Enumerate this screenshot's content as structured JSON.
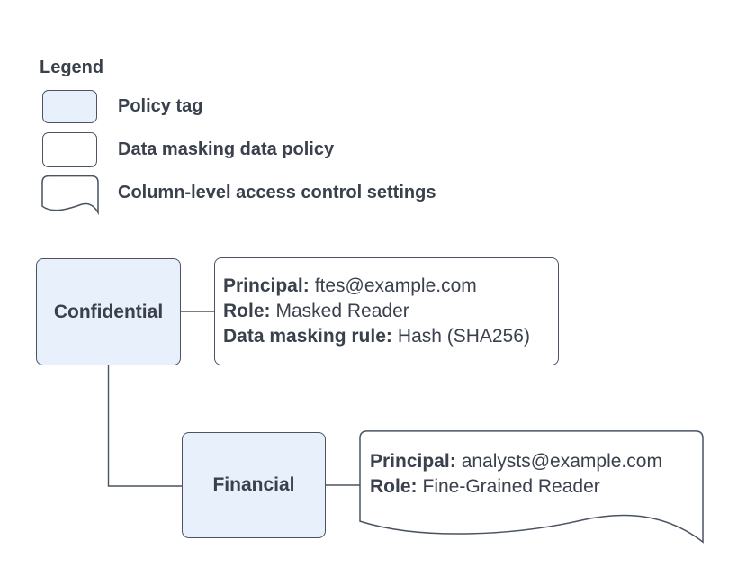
{
  "colors": {
    "node_fill": "#e8f0fb",
    "card_fill": "#ffffff",
    "stroke": "#4a5361",
    "text": "#3a414c",
    "page_bg": "#ffffff"
  },
  "legend": {
    "title": "Legend",
    "items": [
      {
        "shape": "policy-tag",
        "label": "Policy tag"
      },
      {
        "shape": "data-masking-data-policy",
        "label": "Data masking data policy"
      },
      {
        "shape": "column-level-access-control-settings",
        "label": "Column-level access control settings"
      }
    ]
  },
  "diagram": {
    "confidential": {
      "label": "Confidential"
    },
    "financial": {
      "label": "Financial"
    },
    "masking_policy": {
      "lines": [
        {
          "key": "Principal:",
          "value": "ftes@example.com"
        },
        {
          "key": "Role:",
          "value": "Masked Reader"
        },
        {
          "key": "Data masking rule:",
          "value": "Hash (SHA256)"
        }
      ]
    },
    "access_settings": {
      "lines": [
        {
          "key": "Principal:",
          "value": "analysts@example.com"
        },
        {
          "key": "Role:",
          "value": "Fine-Grained Reader"
        }
      ]
    }
  }
}
